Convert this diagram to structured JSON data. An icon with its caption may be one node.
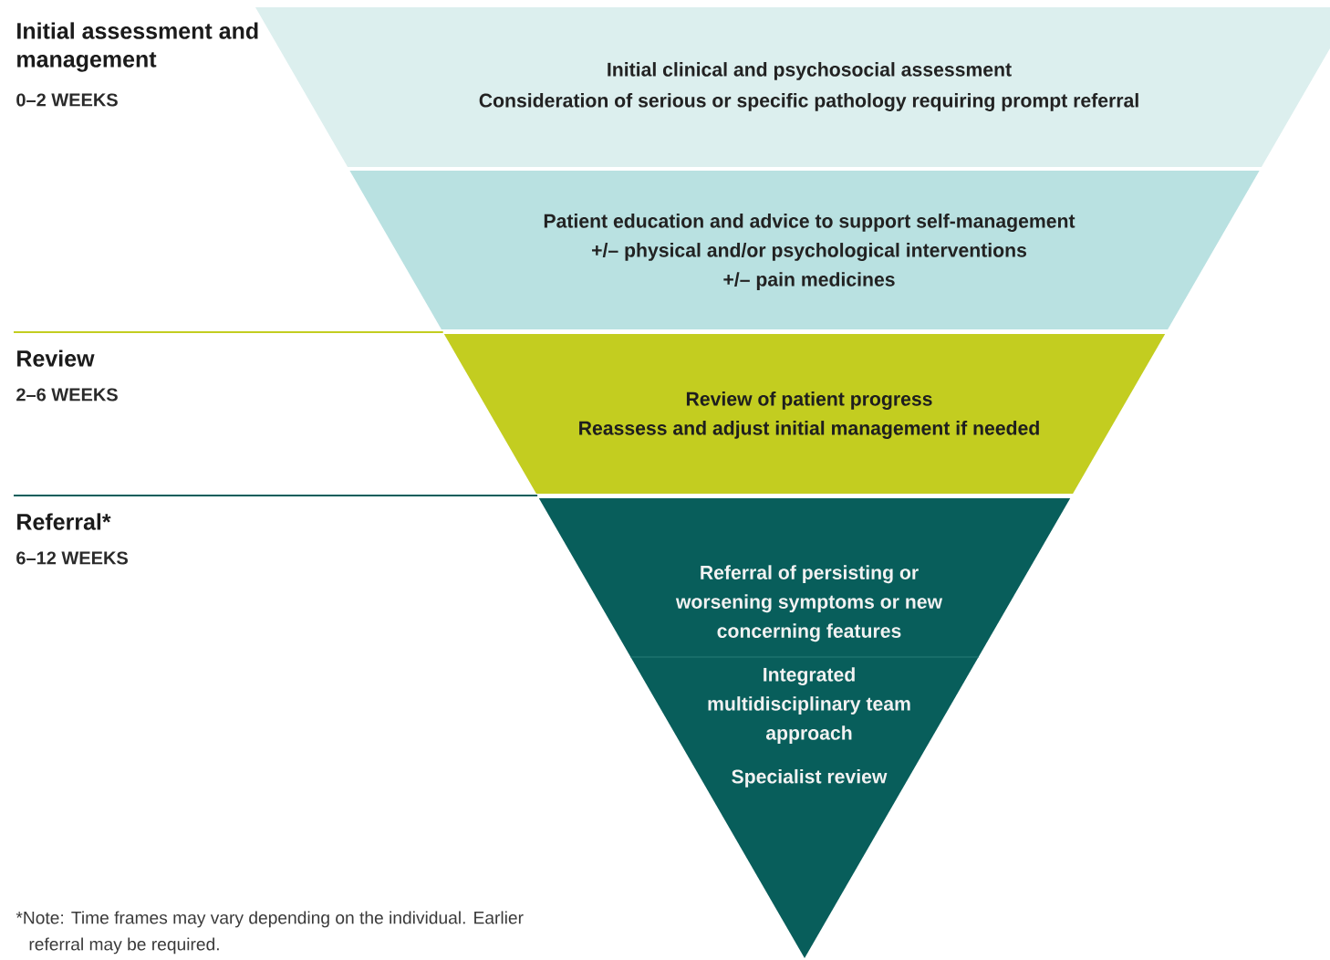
{
  "diagram": {
    "nodes": [
      {
        "text": [
          "Initial clinical and psychosocial assessment",
          "Consideration of serious or specific pathology requiring prompt referral"
        ]
      },
      {
        "text": [
          "Patient education and advice to support self-management",
          "+/– physical and/or psychological interventions",
          "+/– pain medicines"
        ]
      },
      {
        "text": [
          "Review of patient progress",
          "Reassess and adjust initial management if needed"
        ]
      },
      {
        "text": [
          "Referral of persisting or worsening symptoms or new concerning features",
          "Integrated multidisciplinary team approach",
          "Specialist review"
        ]
      }
    ],
    "labels": [
      "Initial assessment and management",
      "0–2 WEEKS",
      "Review",
      "2–6 WEEKS",
      "Referral*",
      "6–12 WEEKS",
      "*Note: Time frames may vary depending on the individual. Earlier referral may be required."
    ]
  }
}
